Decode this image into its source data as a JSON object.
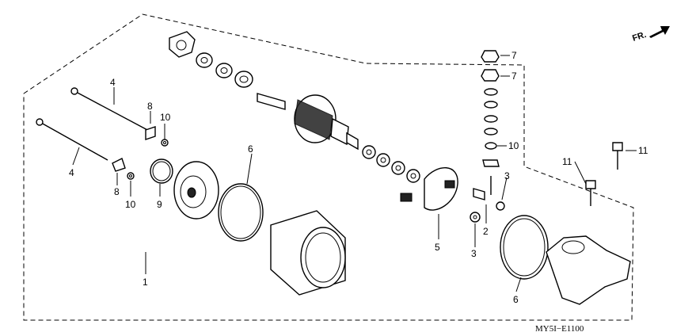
{
  "diagram": {
    "code": "MY5I−E1100",
    "direction_label": "FR.",
    "callouts": [
      {
        "id": "c1",
        "text": "1"
      },
      {
        "id": "c2",
        "text": "2"
      },
      {
        "id": "c3a",
        "text": "3"
      },
      {
        "id": "c3b",
        "text": "3"
      },
      {
        "id": "c4a",
        "text": "4"
      },
      {
        "id": "c4b",
        "text": "4"
      },
      {
        "id": "c5",
        "text": "5"
      },
      {
        "id": "c6a",
        "text": "6"
      },
      {
        "id": "c6b",
        "text": "6"
      },
      {
        "id": "c7a",
        "text": "7"
      },
      {
        "id": "c7b",
        "text": "7"
      },
      {
        "id": "c8a",
        "text": "8"
      },
      {
        "id": "c8b",
        "text": "8"
      },
      {
        "id": "c9",
        "text": "9"
      },
      {
        "id": "c10a",
        "text": "10"
      },
      {
        "id": "c10b",
        "text": "10"
      },
      {
        "id": "c10c",
        "text": "10"
      },
      {
        "id": "c11a",
        "text": "11"
      },
      {
        "id": "c11b",
        "text": "11"
      }
    ]
  }
}
